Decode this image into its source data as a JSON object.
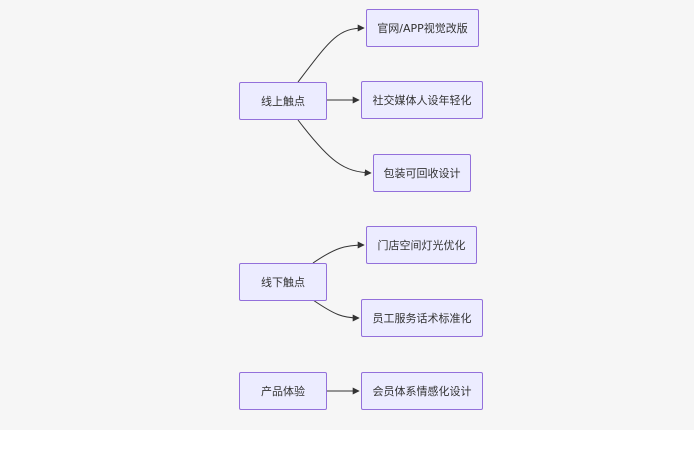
{
  "diagram": {
    "colors": {
      "node_fill": "#ececff",
      "node_border": "#9370db",
      "edge": "#333333",
      "background": "#f6f6f6"
    },
    "nodes": {
      "online": "线上触点",
      "website_app": "官网/APP视觉改版",
      "social_media": "社交媒体人设年轻化",
      "packaging": "包装可回收设计",
      "offline": "线下触点",
      "store_lighting": "门店空间灯光优化",
      "staff_script": "员工服务话术标准化",
      "product": "产品体验",
      "membership": "会员体系情感化设计"
    },
    "edges": [
      {
        "from": "online",
        "to": "website_app"
      },
      {
        "from": "online",
        "to": "social_media"
      },
      {
        "from": "online",
        "to": "packaging"
      },
      {
        "from": "offline",
        "to": "store_lighting"
      },
      {
        "from": "offline",
        "to": "staff_script"
      },
      {
        "from": "product",
        "to": "membership"
      }
    ]
  }
}
